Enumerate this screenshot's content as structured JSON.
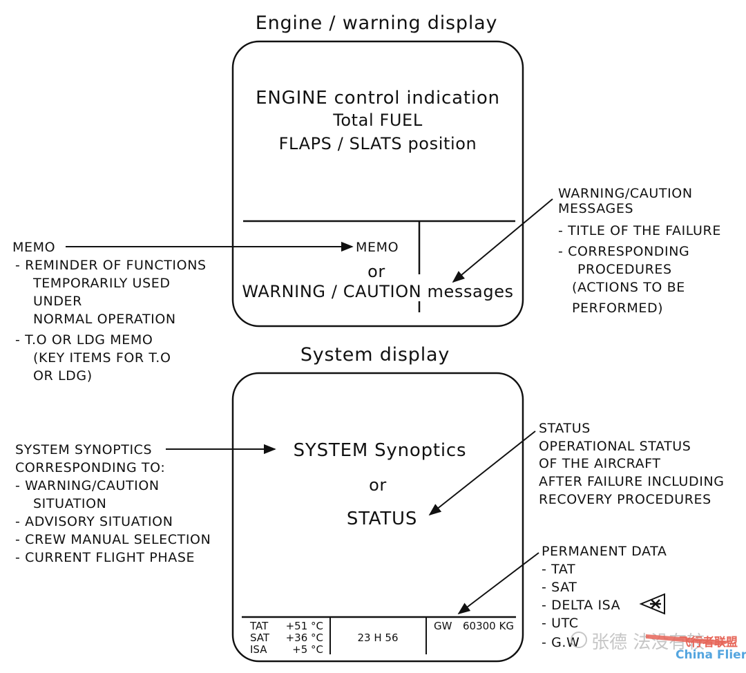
{
  "engine": {
    "title": "Engine / warning display",
    "line1": "ENGINE control indication",
    "line2": "Total FUEL",
    "line3": "FLAPS / SLATS position",
    "memo": "MEMO",
    "or": "or",
    "messages": "WARNING / CAUTION messages"
  },
  "memo_note": {
    "heading": "MEMO",
    "lines": [
      "- REMINDER OF FUNCTIONS",
      "TEMPORARILY USED",
      "UNDER",
      "NORMAL OPERATION",
      "- T.O OR LDG MEMO",
      "(KEY ITEMS FOR T.O",
      "OR LDG)"
    ]
  },
  "warning_note": {
    "lines": [
      "WARNING/CAUTION",
      "MESSAGES",
      "- TITLE OF THE FAILURE",
      "- CORRESPONDING",
      "PROCEDURES",
      "(ACTIONS TO BE",
      "PERFORMED)"
    ]
  },
  "system": {
    "title": "System display",
    "synoptics": "SYSTEM Synoptics",
    "or": "or",
    "status": "STATUS",
    "tat_label": "TAT",
    "tat_value": "+51 °C",
    "sat_label": "SAT",
    "sat_value": "+36 °C",
    "isa_label": "ISA",
    "isa_value": "+5 °C",
    "utc": "23 H 56",
    "gw_label": "GW",
    "gw_value": "60300 KG"
  },
  "synoptics_note": {
    "heading": "SYSTEM SYNOPTICS",
    "lines": [
      "CORRESPONDING TO:",
      "- WARNING/CAUTION",
      "SITUATION",
      "- ADVISORY SITUATION",
      "- CREW MANUAL SELECTION",
      "- CURRENT FLIGHT PHASE"
    ]
  },
  "status_note": {
    "lines": [
      "STATUS",
      "OPERATIONAL STATUS",
      "OF THE AIRCRAFT",
      "AFTER FAILURE INCLUDING",
      "RECOVERY PROCEDURES"
    ]
  },
  "permanent_note": {
    "lines": [
      "PERMANENT DATA",
      "- TAT",
      "- SAT",
      "- DELTA ISA",
      "- UTC",
      "- G.W"
    ]
  },
  "watermark": {
    "cn": "张德  法没有较",
    "brand_cn": "飞行者联盟",
    "brand_en": "China Flier"
  },
  "colors": {
    "ink": "#111111",
    "watermark_blue": "#2a8fd8",
    "watermark_red": "#e04030"
  }
}
